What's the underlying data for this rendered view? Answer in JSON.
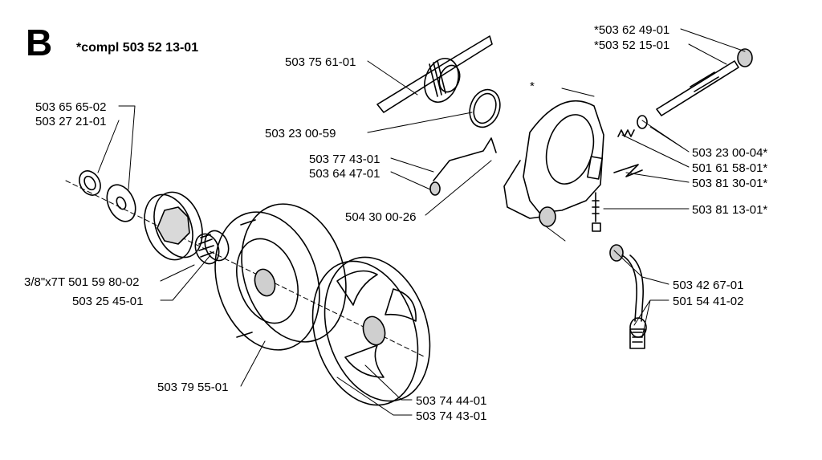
{
  "section_letter": "B",
  "kit_label": "*compl 503 52 13-01",
  "asterisk_marker": "*",
  "callouts": [
    {
      "id": "c1",
      "text": "503 75 61-01"
    },
    {
      "id": "c2",
      "text": "503 65 65-02"
    },
    {
      "id": "c3",
      "text": "503 27 21-01"
    },
    {
      "id": "c4",
      "text": "503 23 00-59"
    },
    {
      "id": "c5",
      "text": "503 77 43-01"
    },
    {
      "id": "c6",
      "text": "503 64 47-01"
    },
    {
      "id": "c7",
      "text": "504 30 00-26"
    },
    {
      "id": "c8",
      "text": "3/8\"x7T 501 59 80-02"
    },
    {
      "id": "c9",
      "text": "503 25 45-01"
    },
    {
      "id": "c10",
      "text": "503 79 55-01"
    },
    {
      "id": "c11",
      "text": "503 74 44-01"
    },
    {
      "id": "c12",
      "text": "503 74 43-01"
    },
    {
      "id": "c13",
      "text": "*503 62 49-01"
    },
    {
      "id": "c14",
      "text": "*503 52 15-01"
    },
    {
      "id": "c15",
      "text": "503 23 00-04*"
    },
    {
      "id": "c16",
      "text": "501 61 58-01*"
    },
    {
      "id": "c17",
      "text": "503 81 30-01*"
    },
    {
      "id": "c18",
      "text": "503 81 13-01*"
    },
    {
      "id": "c19",
      "text": "503 42 67-01"
    },
    {
      "id": "c20",
      "text": "501 54 41-02"
    }
  ]
}
